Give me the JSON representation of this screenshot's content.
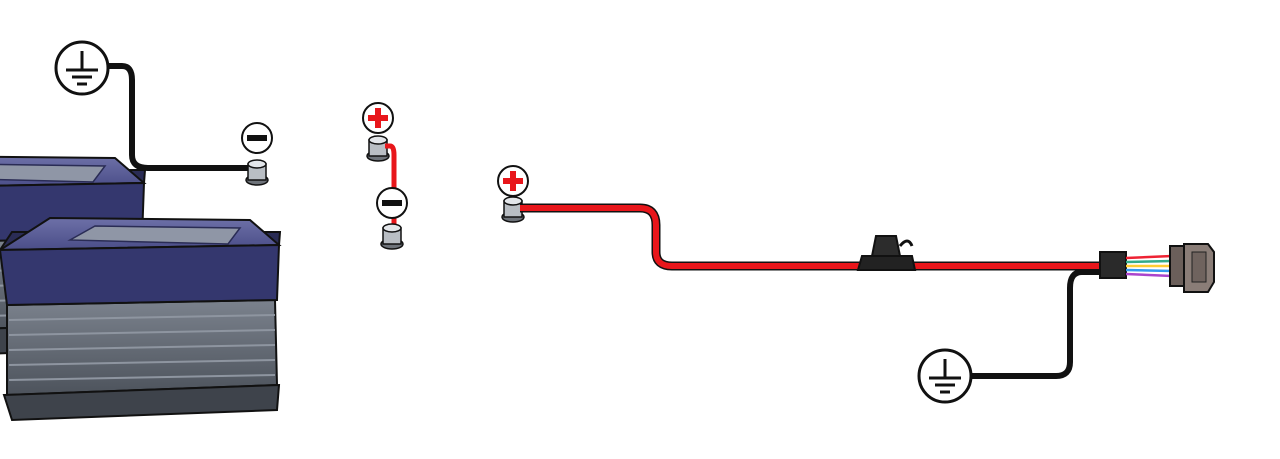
{
  "diagram": {
    "symbols": {
      "positive": "+",
      "negative": "−"
    },
    "colors": {
      "positive_wire": "#e8161b",
      "ground_wire": "#111111",
      "battery_lid": "#3a3d78",
      "battery_body": "#5c636e",
      "plus_symbol": "#e8161b",
      "minus_symbol": "#111111"
    },
    "components": [
      "ground-left",
      "battery-1",
      "battery-2",
      "inline-fuse",
      "wiring-harness-connector",
      "ground-right"
    ]
  }
}
